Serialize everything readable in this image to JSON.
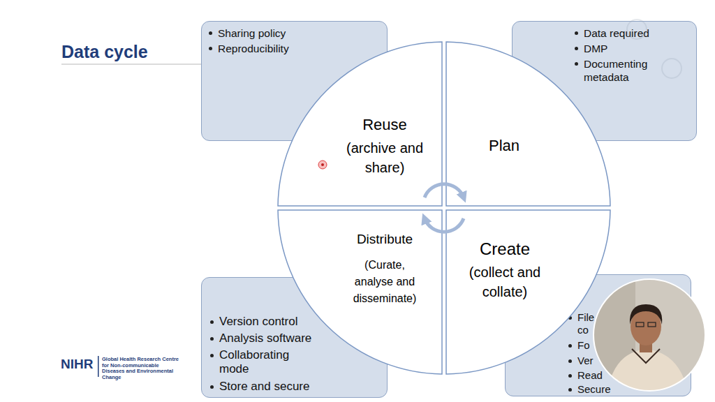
{
  "diagram": {
    "title": "Data cycle",
    "nodes": [
      {
        "text": [
          "Sharing policy",
          "Reproducibility"
        ]
      },
      {
        "text": [
          "Reuse",
          "(archive and share)"
        ]
      },
      {
        "text": [
          "Plan"
        ]
      },
      {
        "text": [
          "Data required",
          "DMP",
          "Documenting metadata"
        ]
      },
      {
        "text": [
          "Distribute",
          "(Curate, analyse and disseminate)"
        ]
      },
      {
        "text": [
          "Create",
          "(collect and collate)"
        ]
      },
      {
        "text": [
          "Version control",
          "Analysis software",
          "Collaborating mode",
          "Store and secure"
        ]
      },
      {
        "text": [
          "File co",
          "Fo",
          "Ver",
          "Read",
          "Secure"
        ]
      }
    ],
    "labels": [
      "NIHR",
      "Global Health Research Centre for Non-communicable Diseases and Environmental Change"
    ]
  }
}
